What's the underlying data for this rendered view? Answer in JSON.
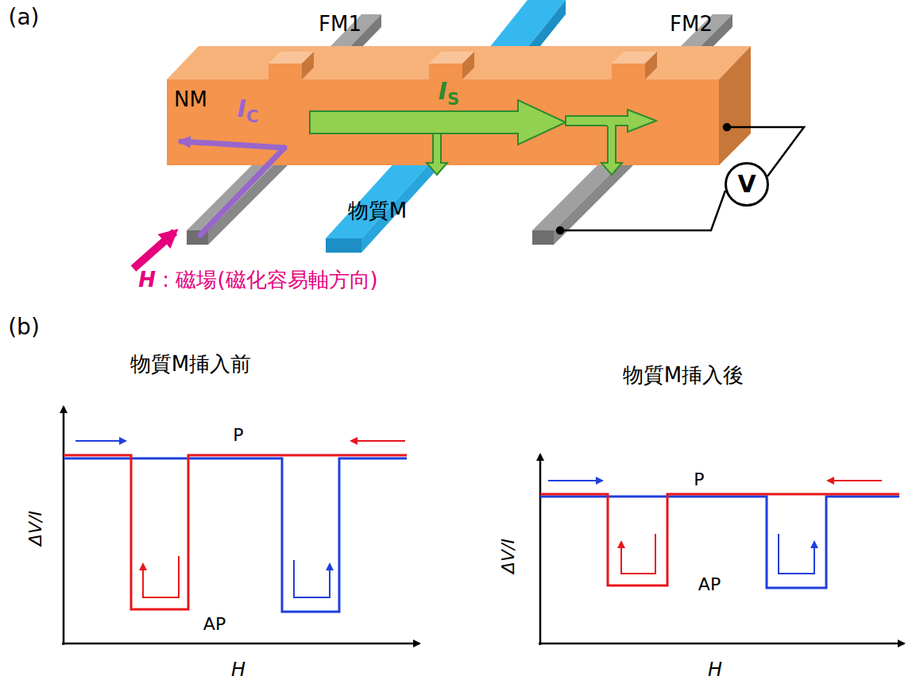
{
  "diagram": {
    "nodes": [
      {
        "text": [
          "V"
        ]
      }
    ],
    "labels": [
      "(a)",
      "FM1",
      "FM2",
      "NM",
      "IC",
      "IS",
      "物質M",
      "H : 磁場(磁化容易軸方向)",
      "(b)",
      "物質M挿入前",
      "P",
      "AP",
      "ΔV/I",
      "H",
      "物質M挿入後",
      "P",
      "AP",
      "ΔV/I",
      "H"
    ]
  }
}
